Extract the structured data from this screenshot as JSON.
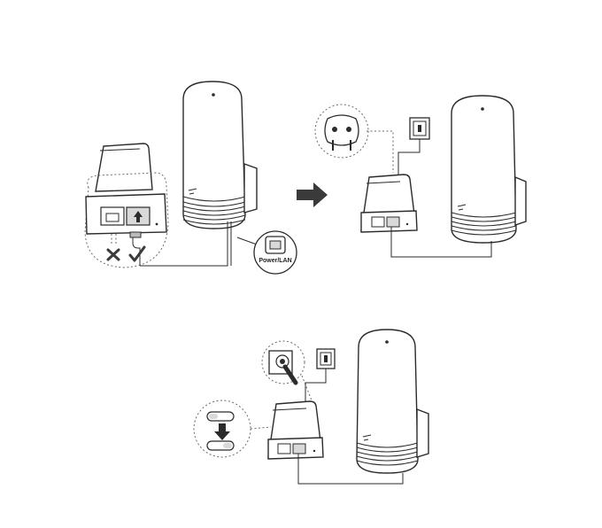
{
  "labels": {
    "port_label": "Power/LAN"
  },
  "colors": {
    "stroke": "#2b2b2b",
    "arrow": "#3a3a3a",
    "port_fill": "#d9d9d9"
  },
  "icons": [
    "router-unit",
    "poe-injector",
    "ethernet-port",
    "wall-outlet",
    "power-plug",
    "arrow-right",
    "check-mark",
    "cross-mark",
    "arrow-down"
  ]
}
